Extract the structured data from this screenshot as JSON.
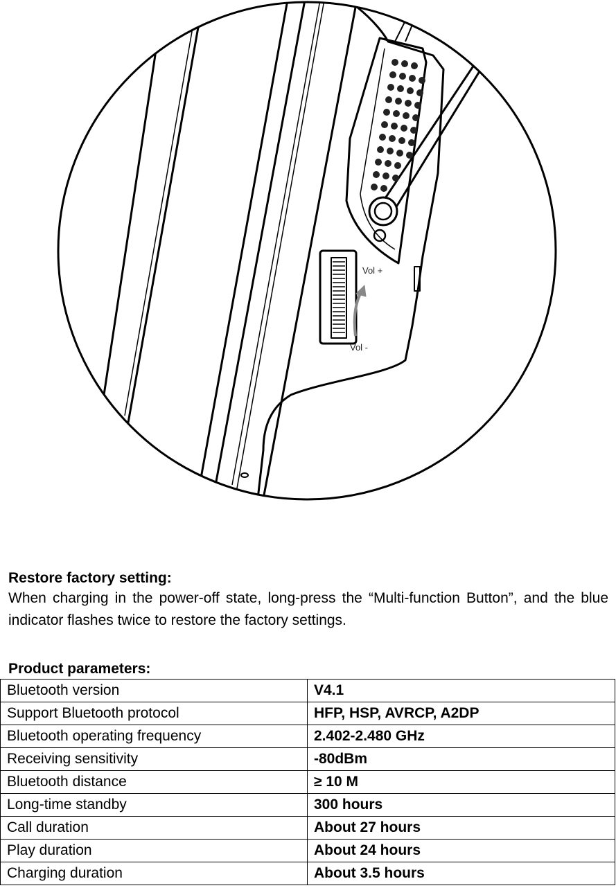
{
  "figure": {
    "vol_up_label": "Vol +",
    "vol_down_label": "Vol -"
  },
  "restore": {
    "heading": "Restore factory setting:",
    "text": "When charging in the power-off state, long-press the “Multi-function Button”, and the blue indicator flashes twice to restore the factory settings."
  },
  "params": {
    "heading": "Product parameters:",
    "rows": [
      {
        "label": "Bluetooth version",
        "value": "V4.1"
      },
      {
        "label": "Support Bluetooth protocol",
        "value": "HFP, HSP, AVRCP, A2DP"
      },
      {
        "label": "Bluetooth operating frequency",
        "value": "2.402-2.480 GHz"
      },
      {
        "label": "Receiving sensitivity",
        "value": "-80dBm"
      },
      {
        "label": "Bluetooth distance",
        "value": "≥ 10 M"
      },
      {
        "label": "Long-time standby",
        "value": "300 hours"
      },
      {
        "label": "Call duration",
        "value": "About 27 hours"
      },
      {
        "label": "Play duration",
        "value": "About 24 hours"
      },
      {
        "label": "Charging duration",
        "value": "About 3.5 hours"
      }
    ]
  }
}
